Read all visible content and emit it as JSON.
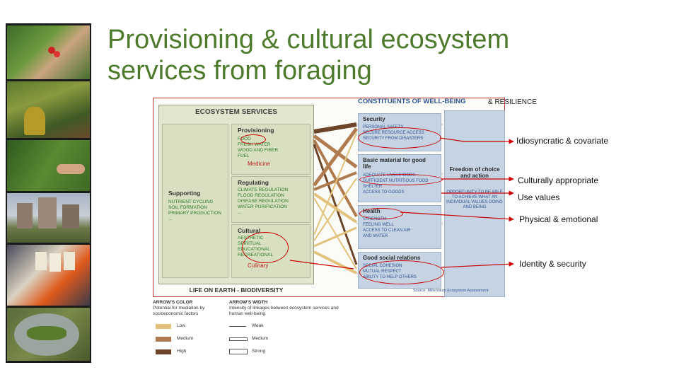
{
  "title": "Provisioning & cultural ecosystem services from foraging",
  "figure": {
    "ecosystem_services_title": "ECOSYSTEM SERVICES",
    "provisioning": {
      "title": "Provisioning",
      "items": [
        "FOOD",
        "FRESH WATER",
        "WOOD AND FIBER",
        "FUEL"
      ],
      "added": "Medicine"
    },
    "supporting": {
      "title": "Supporting",
      "items": [
        "NUTRIENT CYCLING",
        "SOIL FORMATION",
        "PRIMARY PRODUCTION",
        "..."
      ]
    },
    "regulating": {
      "title": "Regulating",
      "items": [
        "CLIMATE REGULATION",
        "FLOOD REGULATION",
        "DISEASE REGULATION",
        "WATER PURIFICATION",
        "..."
      ]
    },
    "cultural": {
      "title": "Cultural",
      "items": [
        "AESTHETIC",
        "SPIRITUAL",
        "EDUCATIONAL",
        "RECREATIONAL"
      ],
      "added": "Culinary"
    },
    "bottom_label": "LIFE ON EARTH - BIODIVERSITY",
    "wellbeing_title": "CONSTITUENTS OF WELL-BEING",
    "resilience_label": "& RESILIENCE",
    "security": {
      "title": "Security",
      "items": [
        "PERSONAL SAFETY",
        "SECURE RESOURCE ACCESS",
        "SECURITY FROM DISASTERS"
      ]
    },
    "basic_material": {
      "title": "Basic material for good life",
      "items": [
        "ADEQUATE LIVELIHOODS",
        "SUFFICIENT NUTRITIOUS FOOD",
        "SHELTER",
        "ACCESS TO GOODS"
      ]
    },
    "health": {
      "title": "Health",
      "items": [
        "STRENGTH",
        "FEELING WELL",
        "ACCESS TO CLEAN AIR",
        "AND WATER"
      ]
    },
    "social": {
      "title": "Good social relations",
      "items": [
        "SOCIAL COHESION",
        "MUTUAL RESPECT",
        "ABILITY TO HELP OTHERS"
      ]
    },
    "freedom": {
      "title": "Freedom of choice and action",
      "text": "OPPORTUNITY TO BE ABLE TO ACHIEVE WHAT AN INDIVIDUAL VALUES DOING AND BEING"
    },
    "source": "Source: Millennium Ecosystem Assessment"
  },
  "legend": {
    "color_title": "ARROW'S COLOR",
    "color_subtitle": "Potential for mediation by socioeconomic factors",
    "colors": [
      {
        "label": "Low",
        "hex": "#e3c27b"
      },
      {
        "label": "Medium",
        "hex": "#b07c4f"
      },
      {
        "label": "High",
        "hex": "#6e4528"
      }
    ],
    "width_title": "ARROW'S WIDTH",
    "width_subtitle": "Intensity of linkages between ecosystem services and human well-being",
    "widths": [
      "Weak",
      "Medium",
      "Strong"
    ]
  },
  "annotations": [
    "Idiosyncratic & covariate",
    "Culturally appropriate",
    "Use values",
    "Physical & emotional",
    "Identity & security"
  ],
  "colors": {
    "title": "#4e7a2c",
    "highlight": "#cc0000",
    "service_panel": "#d9e0c1",
    "wellbeing_panel": "#c5d3e3"
  },
  "photos": [
    "hand-with-berries-photo",
    "person-in-garden-photo",
    "hand-picking-greens-photo",
    "urban-apartments-photo",
    "jars-and-produce-photo",
    "plate-of-greens-photo"
  ]
}
